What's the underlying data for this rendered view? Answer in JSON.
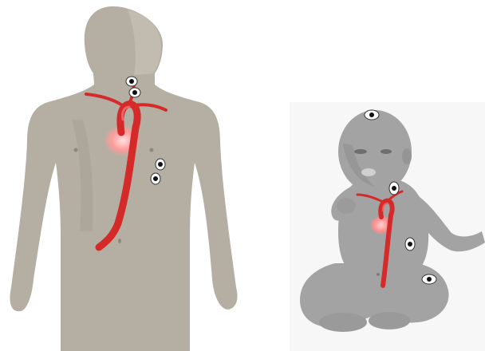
{
  "colors": {
    "background": "#ffffff",
    "adult_skin": "#b5afa3",
    "adult_skin_shadow": "#a59f93",
    "baby_skin": "#a3a3a3",
    "baby_skin_shadow": "#8e8e8e",
    "baby_panel": "#f7f7f7",
    "artery": "#d42a2a",
    "artery_light": "#ef6262",
    "heart_glow": "#ff9a9a",
    "sensor_ring": "#ffffff",
    "sensor_center": "#111111"
  },
  "figures": [
    {
      "name": "adult",
      "icons": [
        "aorta-icon",
        "heart-icon",
        "sensor-pad-icon"
      ],
      "sensor_count": 4
    },
    {
      "name": "infant",
      "icons": [
        "aorta-icon",
        "heart-icon",
        "sensor-pad-icon"
      ],
      "sensor_count": 4
    }
  ]
}
